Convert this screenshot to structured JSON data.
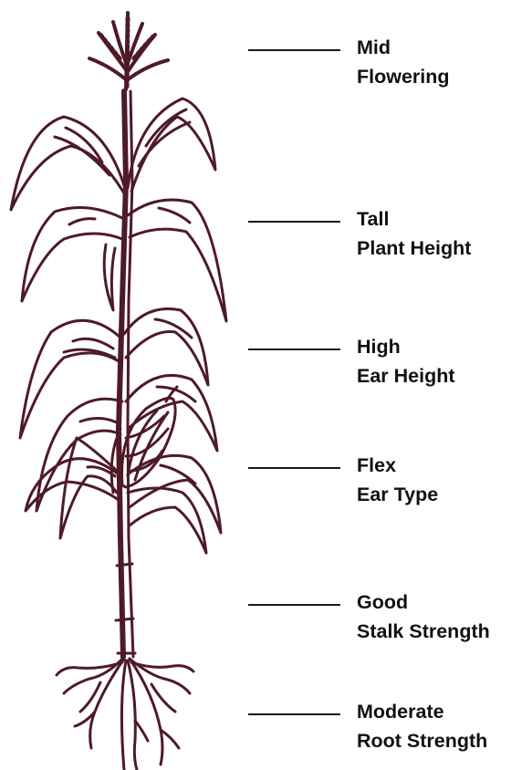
{
  "colors": {
    "plant": "#4e1a28",
    "text": "#111111",
    "line": "#1a1a1a"
  },
  "illustration": {
    "icon": "corn-plant-icon"
  },
  "traits": [
    {
      "value": "Mid",
      "label": "Flowering"
    },
    {
      "value": "Tall",
      "label": "Plant Height"
    },
    {
      "value": "High",
      "label": "Ear Height"
    },
    {
      "value": "Flex",
      "label": "Ear Type"
    },
    {
      "value": "Good",
      "label": "Stalk Strength"
    },
    {
      "value": "Moderate",
      "label": "Root Strength"
    }
  ]
}
